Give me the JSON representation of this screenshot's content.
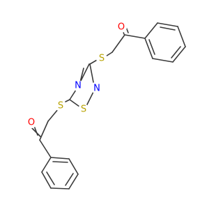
{
  "molecule": {
    "atoms": [
      {
        "id": "O1",
        "label": "O",
        "color": "#ff0000"
      },
      {
        "id": "O2",
        "label": "O",
        "color": "#ff0000"
      },
      {
        "id": "S1",
        "label": "S",
        "color": "#b8a200"
      },
      {
        "id": "S2",
        "label": "S",
        "color": "#b8a200"
      },
      {
        "id": "S3",
        "label": "S",
        "color": "#b8a200"
      },
      {
        "id": "N1",
        "label": "N",
        "color": "#0000ff"
      },
      {
        "id": "N2",
        "label": "N",
        "color": "#0000ff"
      }
    ]
  }
}
